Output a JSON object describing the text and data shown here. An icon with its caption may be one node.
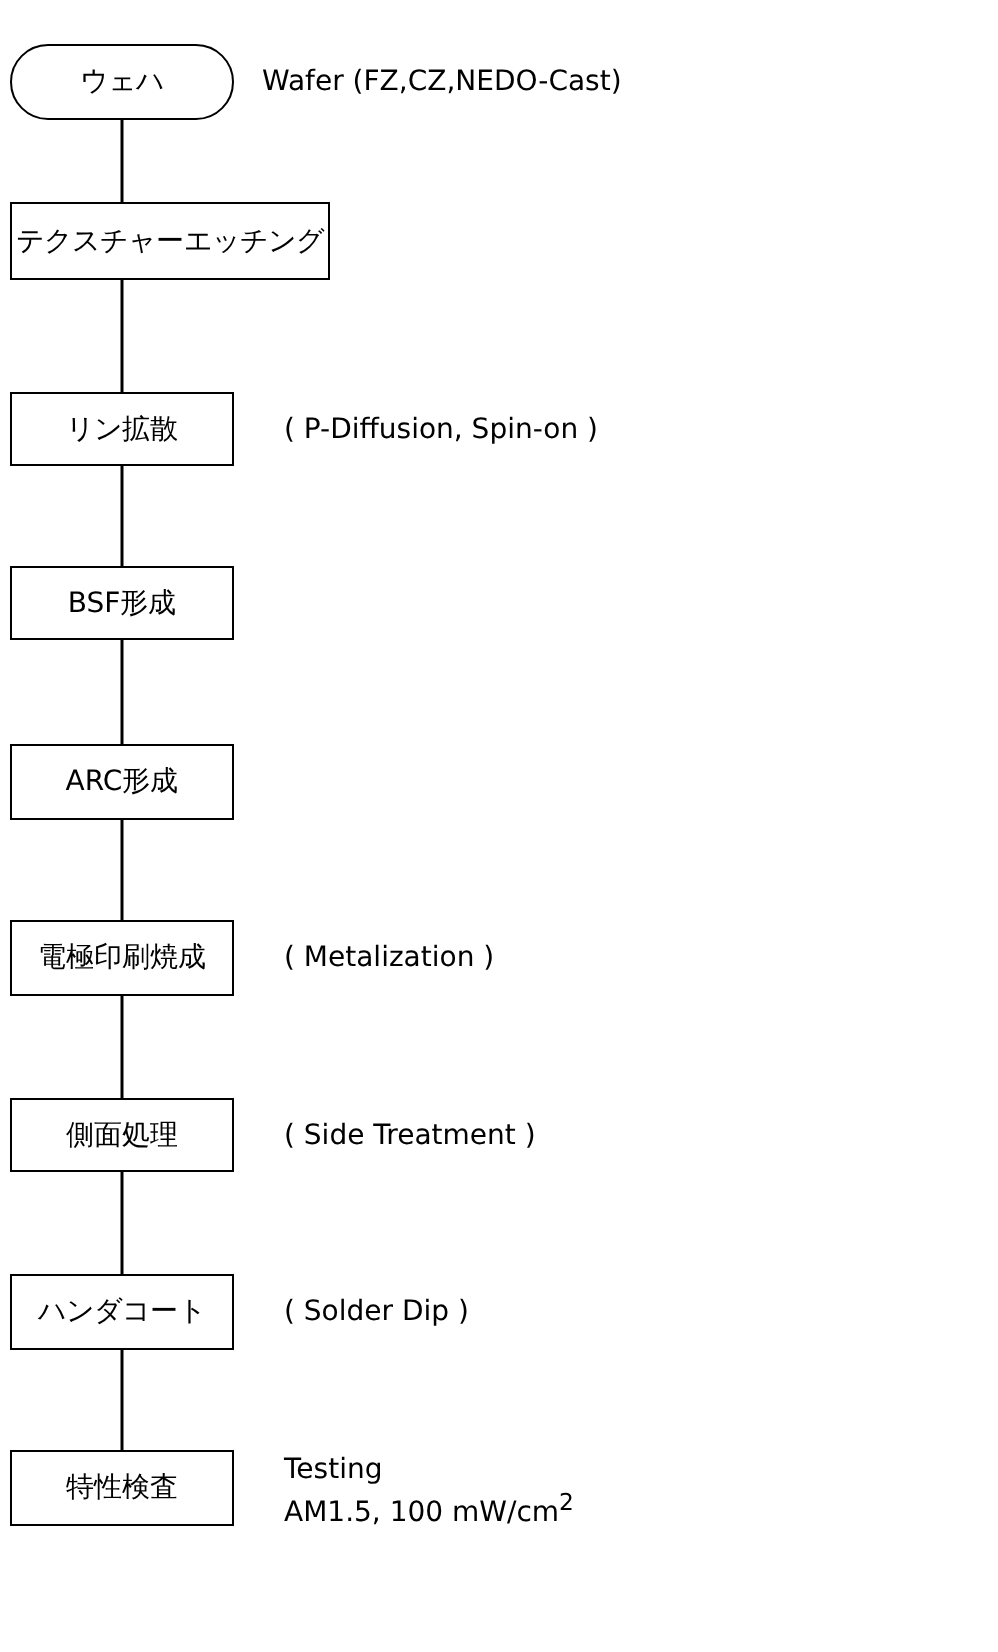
{
  "diagram": {
    "nodes": [
      {
        "text": [
          "ウェハ"
        ],
        "beside": [
          "Wafer (FZ,CZ,NEDO-Cast)"
        ]
      },
      {
        "text": [
          "テクスチャーエッチング"
        ]
      },
      {
        "text": [
          "リン拡散"
        ],
        "beside": [
          "( P-Diffusion, Spin-on )"
        ]
      },
      {
        "text": [
          "BSF形成"
        ]
      },
      {
        "text": [
          "ARC形成"
        ]
      },
      {
        "text": [
          "電極印刷焼成"
        ],
        "beside": [
          "( Metalization )"
        ]
      },
      {
        "text": [
          "側面処理"
        ],
        "beside": [
          "( Side Treatment )"
        ]
      },
      {
        "text": [
          "ハンダコート"
        ],
        "beside": [
          "( Solder Dip )"
        ]
      },
      {
        "text": [
          "特性検査"
        ],
        "beside": [
          "Testing",
          "AM1.5, 100 mW/cm$^{2}$"
        ]
      }
    ],
    "edges": [
      {
        "from": 0,
        "to": 1,
        "arrow": "none"
      },
      {
        "from": 1,
        "to": 2,
        "arrow": "none"
      },
      {
        "from": 2,
        "to": 3,
        "arrow": "none"
      },
      {
        "from": 3,
        "to": 4,
        "arrow": "none"
      },
      {
        "from": 4,
        "to": 5,
        "arrow": "none"
      },
      {
        "from": 5,
        "to": 6,
        "arrow": "none"
      },
      {
        "from": 6,
        "to": 7,
        "arrow": "none"
      },
      {
        "from": 7,
        "to": 8,
        "arrow": "none"
      }
    ]
  }
}
